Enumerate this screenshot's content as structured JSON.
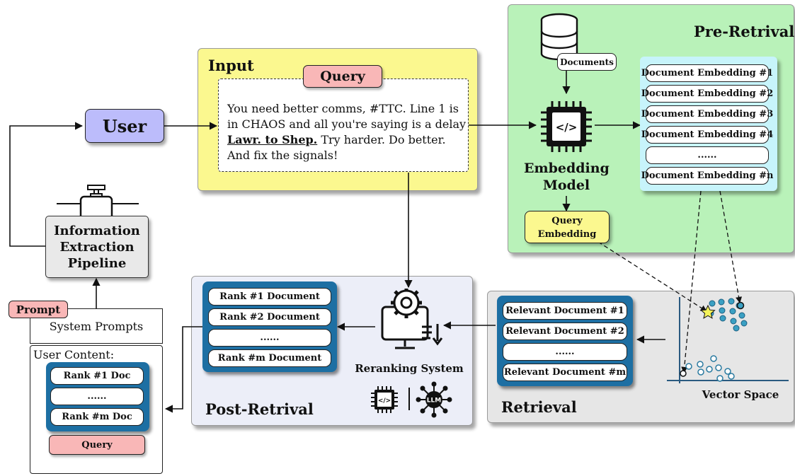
{
  "user": {
    "label": "User"
  },
  "input": {
    "title": "Input",
    "query_tag": "Query",
    "query_text_line1": "You need better comms, #TTC. Line 1 is",
    "query_text_line2": "in CHAOS and all you're saying is a delay",
    "query_text_underlined": "Lawr. to Shep.",
    "query_text_line3_rest": " Try harder. Do better.",
    "query_text_line4": "And fix the signals!"
  },
  "pre_retrieval": {
    "title": "Pre-Retrival",
    "documents_label": "Documents",
    "embedding_model_label_line1": "Embedding",
    "embedding_model_label_line2": "Model",
    "query_embedding_line1": "Query",
    "query_embedding_line2": "Embedding",
    "document_embeddings": [
      "Document Embedding #1",
      "Document Embedding #2",
      "Document Embedding #3",
      "Document Embedding #4",
      "......",
      "Document Embedding #n"
    ]
  },
  "pipeline": {
    "label_line1": "Information",
    "label_line2": "Extraction",
    "label_line3": "Pipeline"
  },
  "prompt": {
    "tag": "Prompt",
    "system_prompts": "System Prompts",
    "user_content": "User Content:",
    "docs": [
      "Rank #1 Doc",
      "......",
      "Rank #m Doc"
    ],
    "query": "Query"
  },
  "post_retrieval": {
    "title": "Post-Retrival",
    "reranking_label": "Reranking System",
    "ranked": [
      "Rank #1 Document",
      "Rank #2 Document",
      "......",
      "Rank #m Document"
    ]
  },
  "retrieval": {
    "title": "Retrieval",
    "relevant": [
      "Relevant Document #1",
      "Relevant Document #2",
      "......",
      "Relevant Document #m"
    ],
    "vector_space_label": "Vector Space"
  },
  "colors": {
    "input_bg": "#fbf88f",
    "pre_retrieval_bg": "#b9f2b9",
    "post_retrieval_bg": "#eceef8",
    "retrieval_bg": "#e6e6e6",
    "user_bg": "#bcbcfb",
    "query_tag_bg": "#f9b7b7",
    "embedding_list_bg": "#c7f4fb",
    "stack_bg": "#1d6fa3",
    "point_fill": "#3aa0c3"
  }
}
